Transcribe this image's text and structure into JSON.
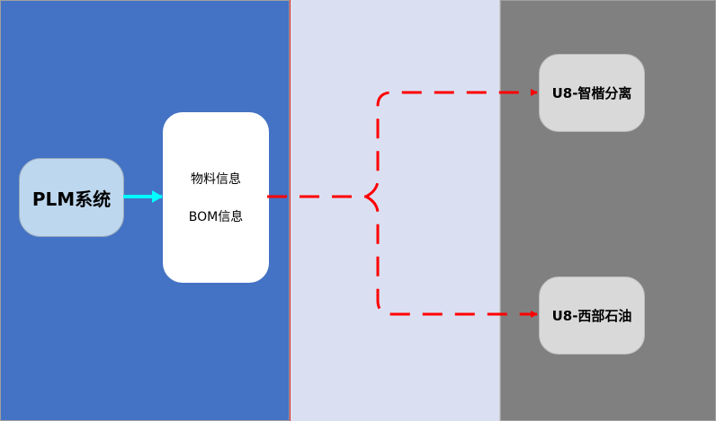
{
  "source": {
    "label": "PLM系统"
  },
  "info": {
    "lines": [
      "物料信息",
      "BOM信息"
    ]
  },
  "targets": [
    {
      "label": "U8-智楷分离"
    },
    {
      "label": "U8-西部石油"
    }
  ],
  "colors": {
    "left_panel": "#4472c4",
    "middle_panel": "#dae0f2",
    "right_panel": "#808080",
    "connector": "#ff0000",
    "arrow": "#00ffff"
  }
}
